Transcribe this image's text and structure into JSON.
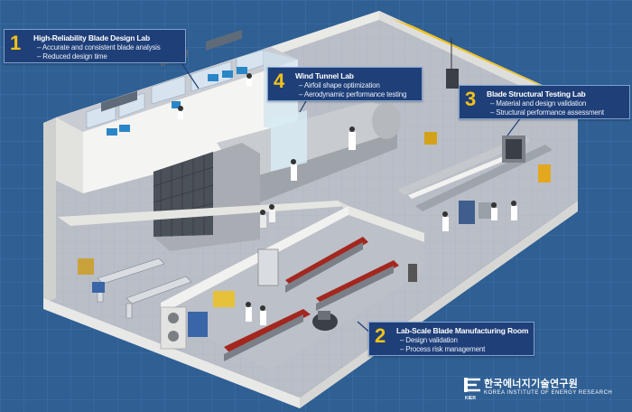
{
  "labs": [
    {
      "number": "1",
      "title": "High-Reliability Blade Design Lab",
      "items": [
        "Accurate and consistent blade analysis",
        "Reduced design time"
      ]
    },
    {
      "number": "4",
      "title": "Wind Tunnel Lab",
      "items": [
        "Airfoil shape optimization",
        "Aerodynamic performance testing"
      ]
    },
    {
      "number": "3",
      "title": "Blade Structural Testing Lab",
      "items": [
        "Material and design validation",
        "Structural performance assessment"
      ]
    },
    {
      "number": "2",
      "title": "Lab-Scale Blade Manufacturing Room",
      "items": [
        "Design validation",
        "Process risk management"
      ]
    }
  ],
  "institute": {
    "logo_text": "KIER",
    "name_ko": "한국에너지기술연구원",
    "name_en": "KOREA INSTITUTE OF ENERGY RESEARCH"
  },
  "colors": {
    "background": "#2f5f93",
    "callout": "#1f3f78",
    "number": "#f2c21b",
    "floor": "#b8bdc6",
    "wall": "#f2f2f0",
    "blade": "#a3271e",
    "crane": "#f2c21b"
  }
}
